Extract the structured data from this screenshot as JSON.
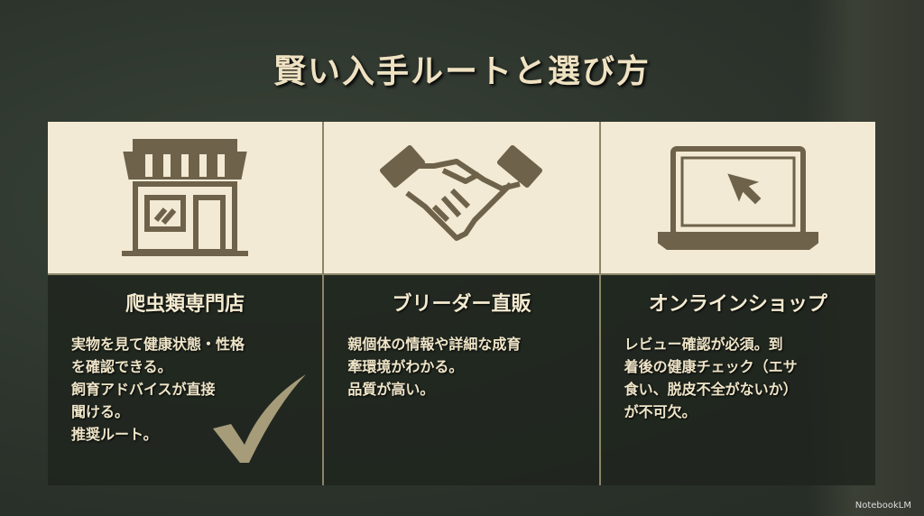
{
  "title": "賢い入手ルートと選び方",
  "cards": [
    {
      "heading": "爬虫類専門店",
      "body": "実物を見て健康状態・性格\nを確認できる。\n飼育アドバイスが直接\n聞ける。\n推奨ルート。",
      "icon": "storefront-icon"
    },
    {
      "heading": "ブリーダー直販",
      "body": "親個体の情報や詳細な成育\n牽環境がわかる。\n品質が高い。",
      "icon": "handshake-icon"
    },
    {
      "heading": "オンラインショップ",
      "body": "レビュー確認が必須。到\n着後の健康チェック（エサ\n食い、脱皮不全がないか）\nが不可欠。",
      "icon": "laptop-icon"
    }
  ],
  "brand": "NotebookLM"
}
